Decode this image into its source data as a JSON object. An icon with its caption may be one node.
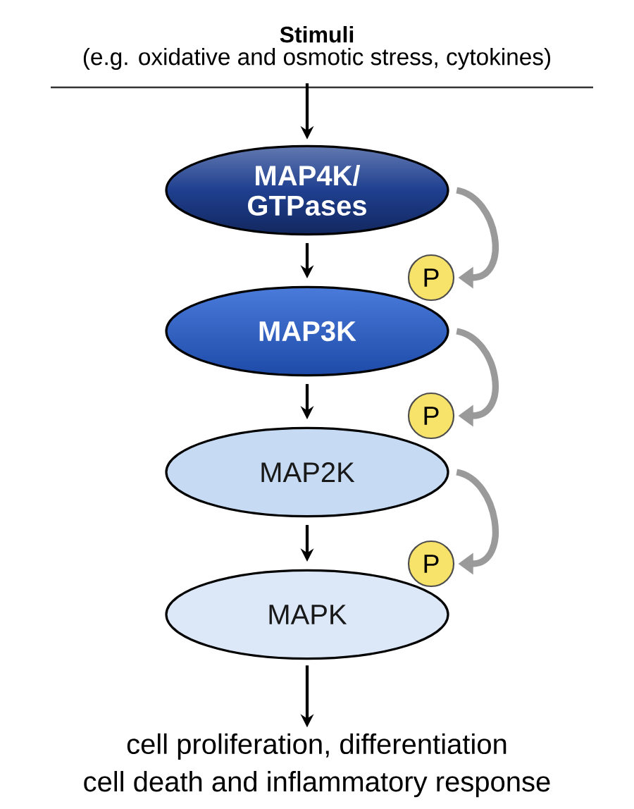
{
  "diagram": {
    "nodes": [
      {
        "text": [
          "Stimuli",
          "(e.g. oxidative and osmotic stress, cytokines)"
        ]
      },
      {
        "text": [
          "MAP4K/ GTPases"
        ]
      },
      {
        "text": [
          "MAP3K"
        ]
      },
      {
        "text": [
          "MAP2K"
        ]
      },
      {
        "text": [
          "MAPK"
        ]
      },
      {
        "text": [
          "cell proliferation, differentiation",
          "cell death and inflammatory response"
        ]
      },
      {
        "text": [
          "P"
        ]
      },
      {
        "text": [
          "P"
        ]
      },
      {
        "text": [
          "P"
        ]
      }
    ],
    "edges": [
      {
        "from": 0,
        "to": 1,
        "arrow": "to"
      },
      {
        "from": 1,
        "to": 2,
        "arrow": "to"
      },
      {
        "from": 2,
        "to": 3,
        "arrow": "to"
      },
      {
        "from": 3,
        "to": 4,
        "arrow": "to"
      },
      {
        "from": 4,
        "to": 5,
        "arrow": "to"
      },
      {
        "from": 1,
        "to": 6,
        "arrow": "to",
        "style": "thick",
        "color": "#9a9a9a"
      },
      {
        "from": 2,
        "to": 7,
        "arrow": "to",
        "style": "thick",
        "color": "#9a9a9a"
      },
      {
        "from": 3,
        "to": 8,
        "arrow": "to",
        "style": "thick",
        "color": "#9a9a9a"
      }
    ]
  }
}
